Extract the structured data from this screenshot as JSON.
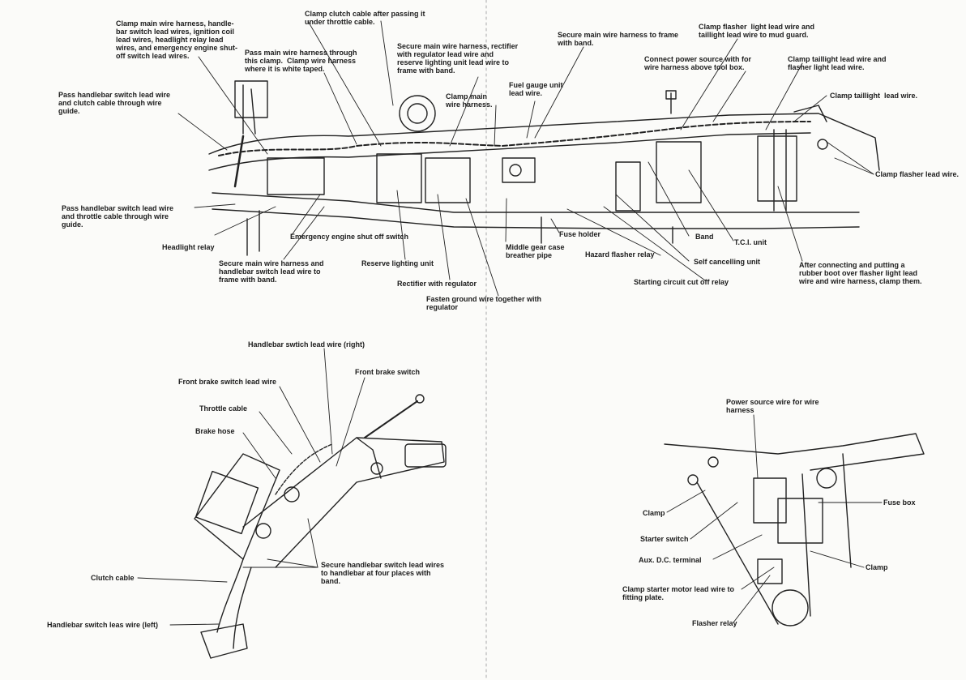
{
  "top": {
    "clamp_main_harness": "Clamp main wire harness, handle-\nbar switch lead wires, ignition coil\nlead wires, headlight relay lead\nwires, and emergency engine shut-\noff switch lead wires.",
    "clamp_clutch_cable": "Clamp clutch cable after passing it\nunder throttle cable.",
    "pass_main_harness_clamp": "Pass main wire harness through\nthis clamp.  Clamp wire harness\nwhere it is white taped.",
    "secure_main_harness_rectifier": "Secure main wire harness, rectifier\nwith regulator lead wire and\nreserve lighting unit lead wire to\nframe with band.",
    "secure_to_frame_band": "Secure main wire harness to frame\nwith band.",
    "clamp_flasher_taillight_mudguard": "Clamp flasher  light lead wire and\ntaillight lead wire to mud guard.",
    "connect_power_source": "Connect power source with for\nwire harness above tool box.",
    "clamp_taillight_flasher": "Clamp taillight lead wire and\nflasher light lead wire.",
    "clamp_taillight": "Clamp taillight  lead wire.",
    "clamp_flasher": "Clamp flasher lead wire.",
    "pass_switch_clutch": "Pass handlebar switch lead wire\nand clutch cable through wire\nguide.",
    "clamp_main_harness_2": "Clamp main\nwire harness.",
    "fuel_gauge": "Fuel gauge unit\nlead wire.",
    "pass_switch_throttle": "Pass handlebar switch lead wire\nand throttle cable through wire\nguide.",
    "headlight_relay": "Headlight relay",
    "emergency_switch": "Emergency engine shut off switch",
    "secure_handlebar_band": "Secure main wire harness and\nhandlebar switch lead wire to\nframe with band.",
    "reserve_lighting": "Reserve lighting unit",
    "rectifier": "Rectifier with regulator",
    "fasten_ground": "Fasten ground wire together with\nregulator",
    "middle_gear": "Middle gear case\nbreather pipe",
    "fuse_holder": "Fuse holder",
    "hazard_relay": "Hazard flasher relay",
    "band": "Band",
    "tci": "T.C.I. unit",
    "self_cancelling": "Self cancelling unit",
    "starting_cutoff": "Starting circuit cut off relay",
    "after_connecting": "After connecting and putting a\nrubber boot over flasher light lead\nwire and wire harness, clamp them."
  },
  "handlebar": {
    "switch_lead_right": "Handlebar swtich lead wire (right)",
    "front_brake_lead": "Front brake switch lead wire",
    "front_brake_switch": "Front brake switch",
    "throttle_cable": "Throttle cable",
    "brake_hose": "Brake hose",
    "secure_four_places": "Secure handlebar switch lead wires\nto handlebar at four places with\nband.",
    "clutch_cable": "Clutch cable",
    "switch_lead_left": "Handlebar switch leas wire (left)"
  },
  "toolbox": {
    "power_source_wire": "Power source wire for wire\nharness",
    "fuse_box": "Fuse box",
    "clamp_1": "Clamp",
    "starter_switch": "Starter switch",
    "aux_dc": "Aux. D.C. terminal",
    "clamp_2": "Clamp",
    "clamp_starter_motor": "Clamp starter motor lead wire to\nfitting plate.",
    "flasher_relay": "Flasher relay"
  }
}
